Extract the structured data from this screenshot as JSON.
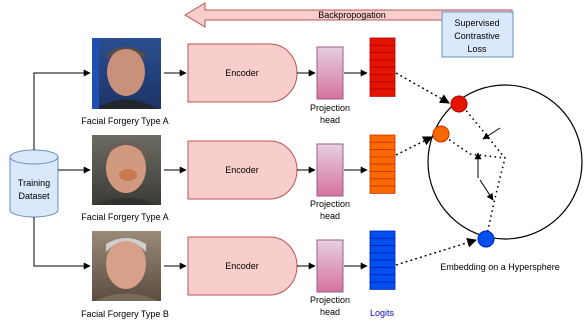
{
  "header": {
    "backprop_label": "Backpropogation",
    "loss_label": [
      "Supervised",
      "Contrastive",
      "Loss"
    ]
  },
  "dataset": {
    "label": [
      "Training",
      "Dataset"
    ]
  },
  "rows": [
    {
      "face_caption": "Facial Forgery Type A",
      "encoder_label": "Encoder",
      "projection_label": [
        "Projection",
        "head"
      ],
      "logit_color": "#e51400",
      "logit_stroke": "#b20000"
    },
    {
      "face_caption": "Facial Forgery Type A",
      "encoder_label": "Encoder",
      "projection_label": [
        "Projection",
        "head"
      ],
      "logit_color": "#fa6800",
      "logit_stroke": "#c73500"
    },
    {
      "face_caption": "Facial Forgery Type B",
      "encoder_label": "Encoder",
      "projection_label": [
        "Projection",
        "head"
      ],
      "logit_color": "#0050ef",
      "logit_stroke": "#001dbc"
    }
  ],
  "logits_label": "Logits",
  "hypersphere": {
    "label": "Embedding on a Hypersphere",
    "point_colors": [
      "#e51400",
      "#fa6800",
      "#0050ef"
    ]
  },
  "colors": {
    "encoder_fill": "#f8cecc",
    "encoder_stroke": "#b85450",
    "projection_fill_top": "#e6d0de",
    "projection_fill_bottom": "#d5739d",
    "projection_stroke": "#996185",
    "dataset_fill": "#dae8fc",
    "dataset_stroke": "#6c8ebf",
    "logits_text": "#0b0bc4"
  }
}
